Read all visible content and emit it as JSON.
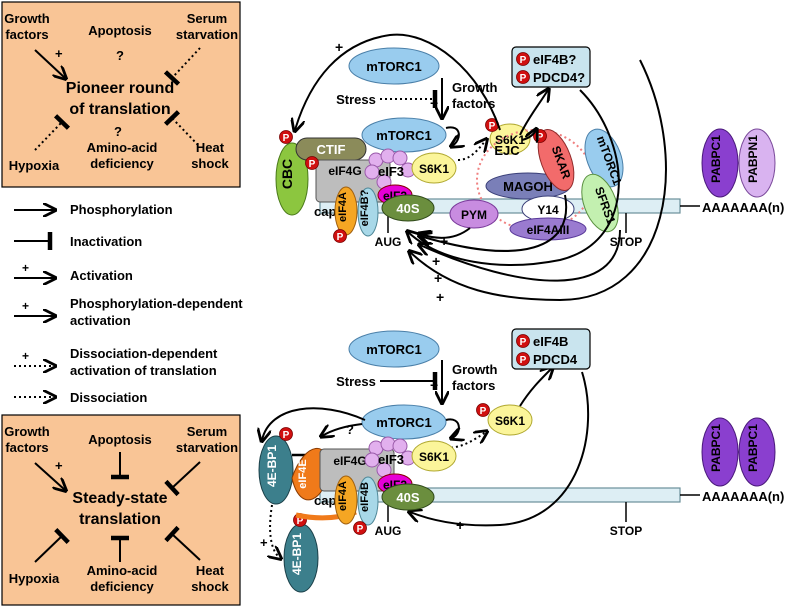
{
  "top_box": {
    "growth": [
      "Growth",
      "factors"
    ],
    "apoptosis": "Apoptosis",
    "serum": [
      "Serum",
      "starvation"
    ],
    "q1": "?",
    "title": [
      "Pioneer round",
      "of translation"
    ],
    "q2": "?",
    "hypoxia": "Hypoxia",
    "amino": [
      "Amino-acid",
      "deficiency"
    ],
    "heat": [
      "Heat",
      "shock"
    ],
    "plus": "+"
  },
  "bottom_box": {
    "growth": [
      "Growth",
      "factors"
    ],
    "apoptosis": "Apoptosis",
    "serum": [
      "Serum",
      "starvation"
    ],
    "title": [
      "Steady-state",
      "translation"
    ],
    "hypoxia": "Hypoxia",
    "amino": [
      "Amino-acid",
      "deficiency"
    ],
    "heat": [
      "Heat",
      "shock"
    ],
    "plus": "+"
  },
  "legend": {
    "phosphorylation": "Phosphorylation",
    "inactivation": "Inactivation",
    "activation": "Activation",
    "phospho_dependent": [
      "Phosphorylation-dependent",
      "activation"
    ],
    "dissociation_dependent": [
      "Dissociation-dependent",
      "activation of translation"
    ],
    "dissociation": "Dissociation",
    "plus": "+"
  },
  "top_panel": {
    "mtorc1_top": "mTORC1",
    "stress": "Stress",
    "growth_factors": [
      "Growth",
      "factors"
    ],
    "mtorc1_mid": "mTORC1",
    "s6k1_a": "S6K1",
    "s6k1_b": "S6K1",
    "ctif": "CTIF",
    "cbc": "CBC",
    "eif4g": "eIF4G",
    "eif3": "eIF3",
    "eif2": "eIF2",
    "cap": "cap",
    "eif4a": "eIF4A",
    "eif4b": "eIF4B?",
    "ribosome_40s": "40S",
    "aug": "AUG",
    "ejc": "EJC",
    "magoh": "MAGOH",
    "pym": "PYM",
    "y14": "Y14",
    "eif4aiii": "eIF4AIII",
    "skar": "SKAR",
    "mtorc1_right": "mTORC1",
    "sfrs1": "SFRS1",
    "stop": "STOP",
    "polya": "AAAAAAA(n)",
    "pabpc1": "PABPC1",
    "pabpn1": "PABPN1",
    "target_box": [
      "eIF4B?",
      "PDCD4?"
    ],
    "p": "P",
    "plus": "+"
  },
  "bottom_panel": {
    "mtorc1_top": "mTORC1",
    "stress": "Stress",
    "growth_factors": [
      "Growth",
      "factors"
    ],
    "mtorc1_mid": "mTORC1",
    "question": "?",
    "s6k1_a": "S6K1",
    "s6k1_b": "S6K1",
    "bp1_a": "4E-BP1",
    "bp1_b": "4E-BP1",
    "eif4e": "eIF4E",
    "eif4g": "eIF4G",
    "eif3": "eIF3",
    "eif2": "eIF2",
    "cap": "cap",
    "eif4a": "eIF4A",
    "eif4b": "eIF4B",
    "ribosome_40s": "40S",
    "aug": "AUG",
    "stop": "STOP",
    "polya": "AAAAAAA(n)",
    "pabpc1_a": "PABPC1",
    "pabpc1_b": "PABPC1",
    "target_box": [
      "eIF4B",
      "PDCD4"
    ],
    "p": "P",
    "plus": "+"
  },
  "colors": {
    "box_fill": "#f9c596",
    "mtorc1": "#99ccee",
    "s6k1": "#fbf59a",
    "ctif": "#8b8b5a",
    "cbc": "#8cc63f",
    "eif4g": "#bdbdbd",
    "eif3": "#e2b0ee",
    "eif2": "#e600d6",
    "eif4a": "#f5a623",
    "eif4b": "#a8d8e8",
    "ribosome_40s": "#6b8e3e",
    "magoh": "#7a7fb8",
    "pym": "#c88ce0",
    "eif4aiii": "#9a7bd0",
    "skar": "#f26b6b",
    "sfrs1": "#c3f0b0",
    "pabpc1": "#8a3fcf",
    "pabpn1": "#d9b3f0",
    "bp1": "#3c7f8c",
    "eif4e": "#f07a1a",
    "target_box": "#c9e4ee",
    "phospho": "#d01010"
  }
}
